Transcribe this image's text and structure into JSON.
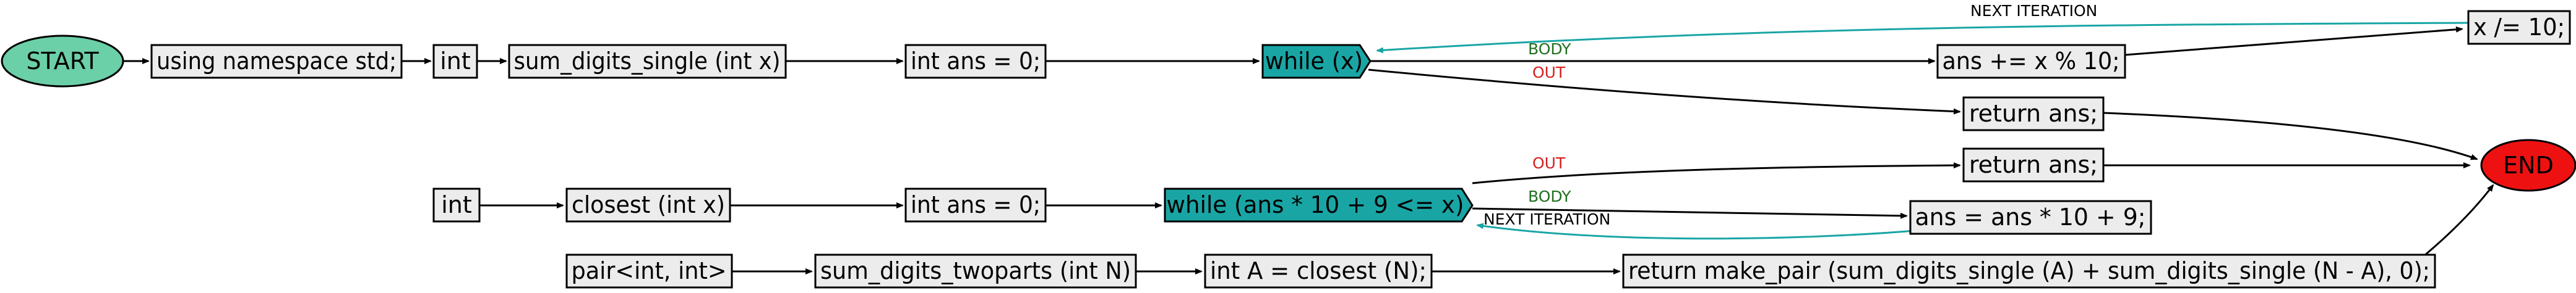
{
  "colors": {
    "box_fill": "#ececec",
    "box_stroke": "#000000",
    "start_fill": "#6bcfa7",
    "end_fill": "#ee1111",
    "loop_fill": "#1aa5a5",
    "edge": "#000000",
    "loop_back_edge": "#1aa5a5",
    "body_label": "#207020",
    "out_label": "#d42020",
    "next_label": "#000000"
  },
  "nodes": {
    "start": "START",
    "end": "END",
    "f1_namespace": "using namespace std;",
    "f1_ret_type": "int",
    "f1_signature": "sum_digits_single (int x)",
    "f1_init": "int ans = 0;",
    "f1_loop": "while (x)",
    "f1_body": "ans += x % 10;",
    "f1_step": "x /= 10;",
    "f1_return": "return ans;",
    "f2_ret_type": "int",
    "f2_signature": "closest (int x)",
    "f2_init": "int ans = 0;",
    "f2_loop": "while (ans * 10 + 9 <= x)",
    "f2_return": "return ans;",
    "f2_body": "ans = ans * 10 + 9;",
    "f3_ret_type": "pair<int, int>",
    "f3_signature": "sum_digits_twoparts (int N)",
    "f3_init": "int A = closest (N);",
    "f3_return": "return make_pair (sum_digits_single (A) + sum_digits_single (N - A), 0);"
  },
  "edge_labels": {
    "f1_body": "BODY",
    "f1_out": "OUT",
    "f1_next": "NEXT ITERATION",
    "f2_out": "OUT",
    "f2_body": "BODY",
    "f2_next": "NEXT ITERATION"
  }
}
